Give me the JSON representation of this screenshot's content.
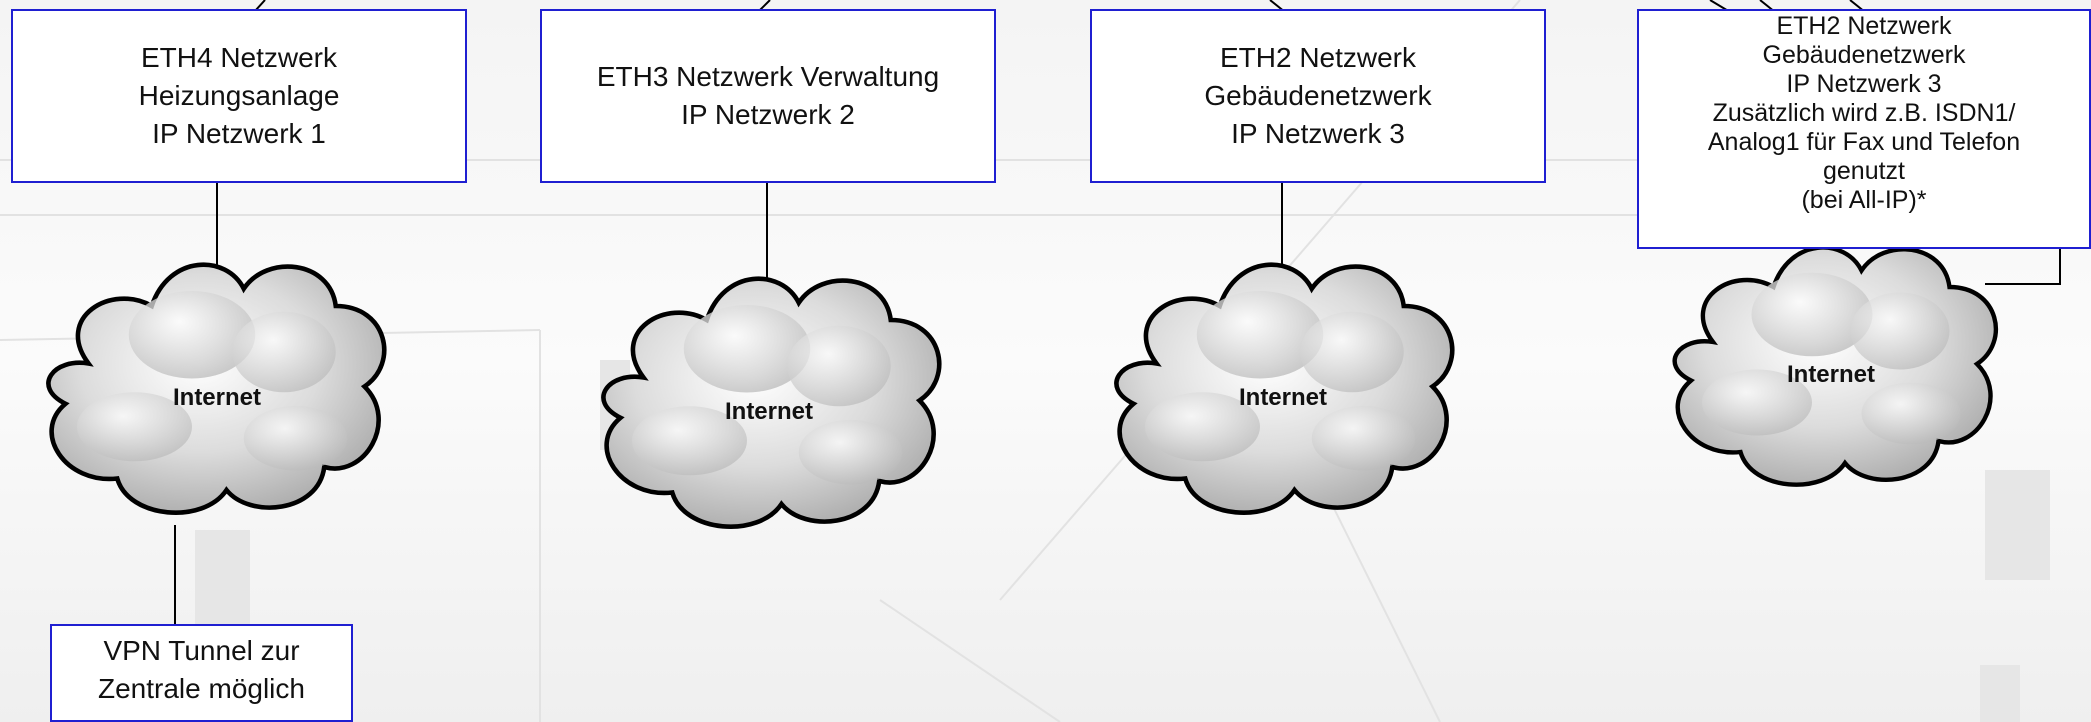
{
  "boxes": [
    {
      "lines": [
        "ETH4 Netzwerk",
        "Heizungsanlage",
        "IP Netzwerk 1"
      ]
    },
    {
      "lines": [
        "ETH3 Netzwerk Verwaltung",
        "IP Netzwerk 2"
      ]
    },
    {
      "lines": [
        "ETH2 Netzwerk",
        "Gebäudenetzwerk",
        "IP Netzwerk 3"
      ]
    },
    {
      "lines": [
        "ETH2 Netzwerk",
        "Gebäudenetzwerk",
        "IP Netzwerk 3",
        "Zusätzlich wird z.B. ISDN1/",
        "Analog1 für Fax und Telefon",
        "genutzt",
        "(bei All-IP)*"
      ]
    },
    {
      "lines": [
        "VPN Tunnel zur",
        "Zentrale möglich"
      ]
    }
  ],
  "clouds": [
    {
      "label": "Internet"
    },
    {
      "label": "Internet"
    },
    {
      "label": "Internet"
    },
    {
      "label": "Internet"
    }
  ],
  "colors": {
    "box_border": "#1f1fd1",
    "cloud_stroke": "#000000"
  }
}
